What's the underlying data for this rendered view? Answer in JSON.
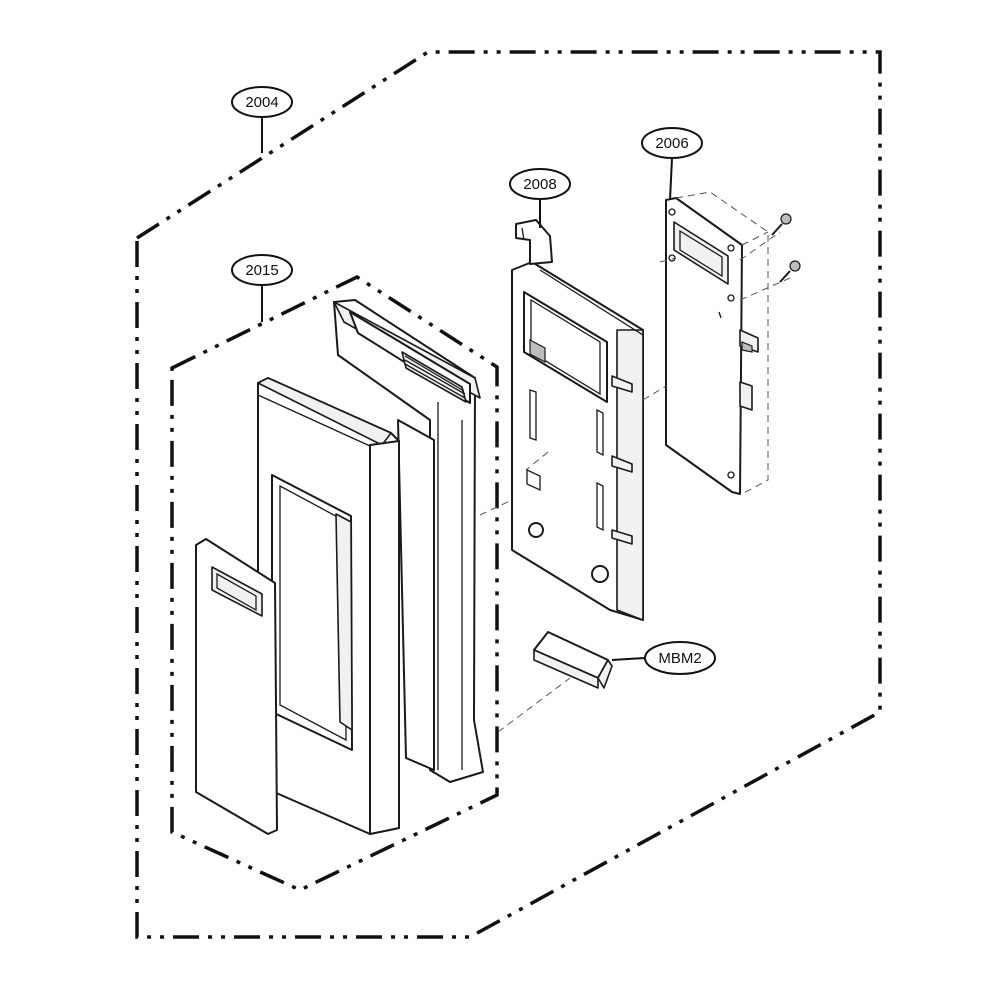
{
  "callouts": [
    {
      "label": "2004"
    },
    {
      "label": "2006"
    },
    {
      "label": "2008"
    },
    {
      "label": "2015"
    },
    {
      "label": "MBM2"
    }
  ]
}
